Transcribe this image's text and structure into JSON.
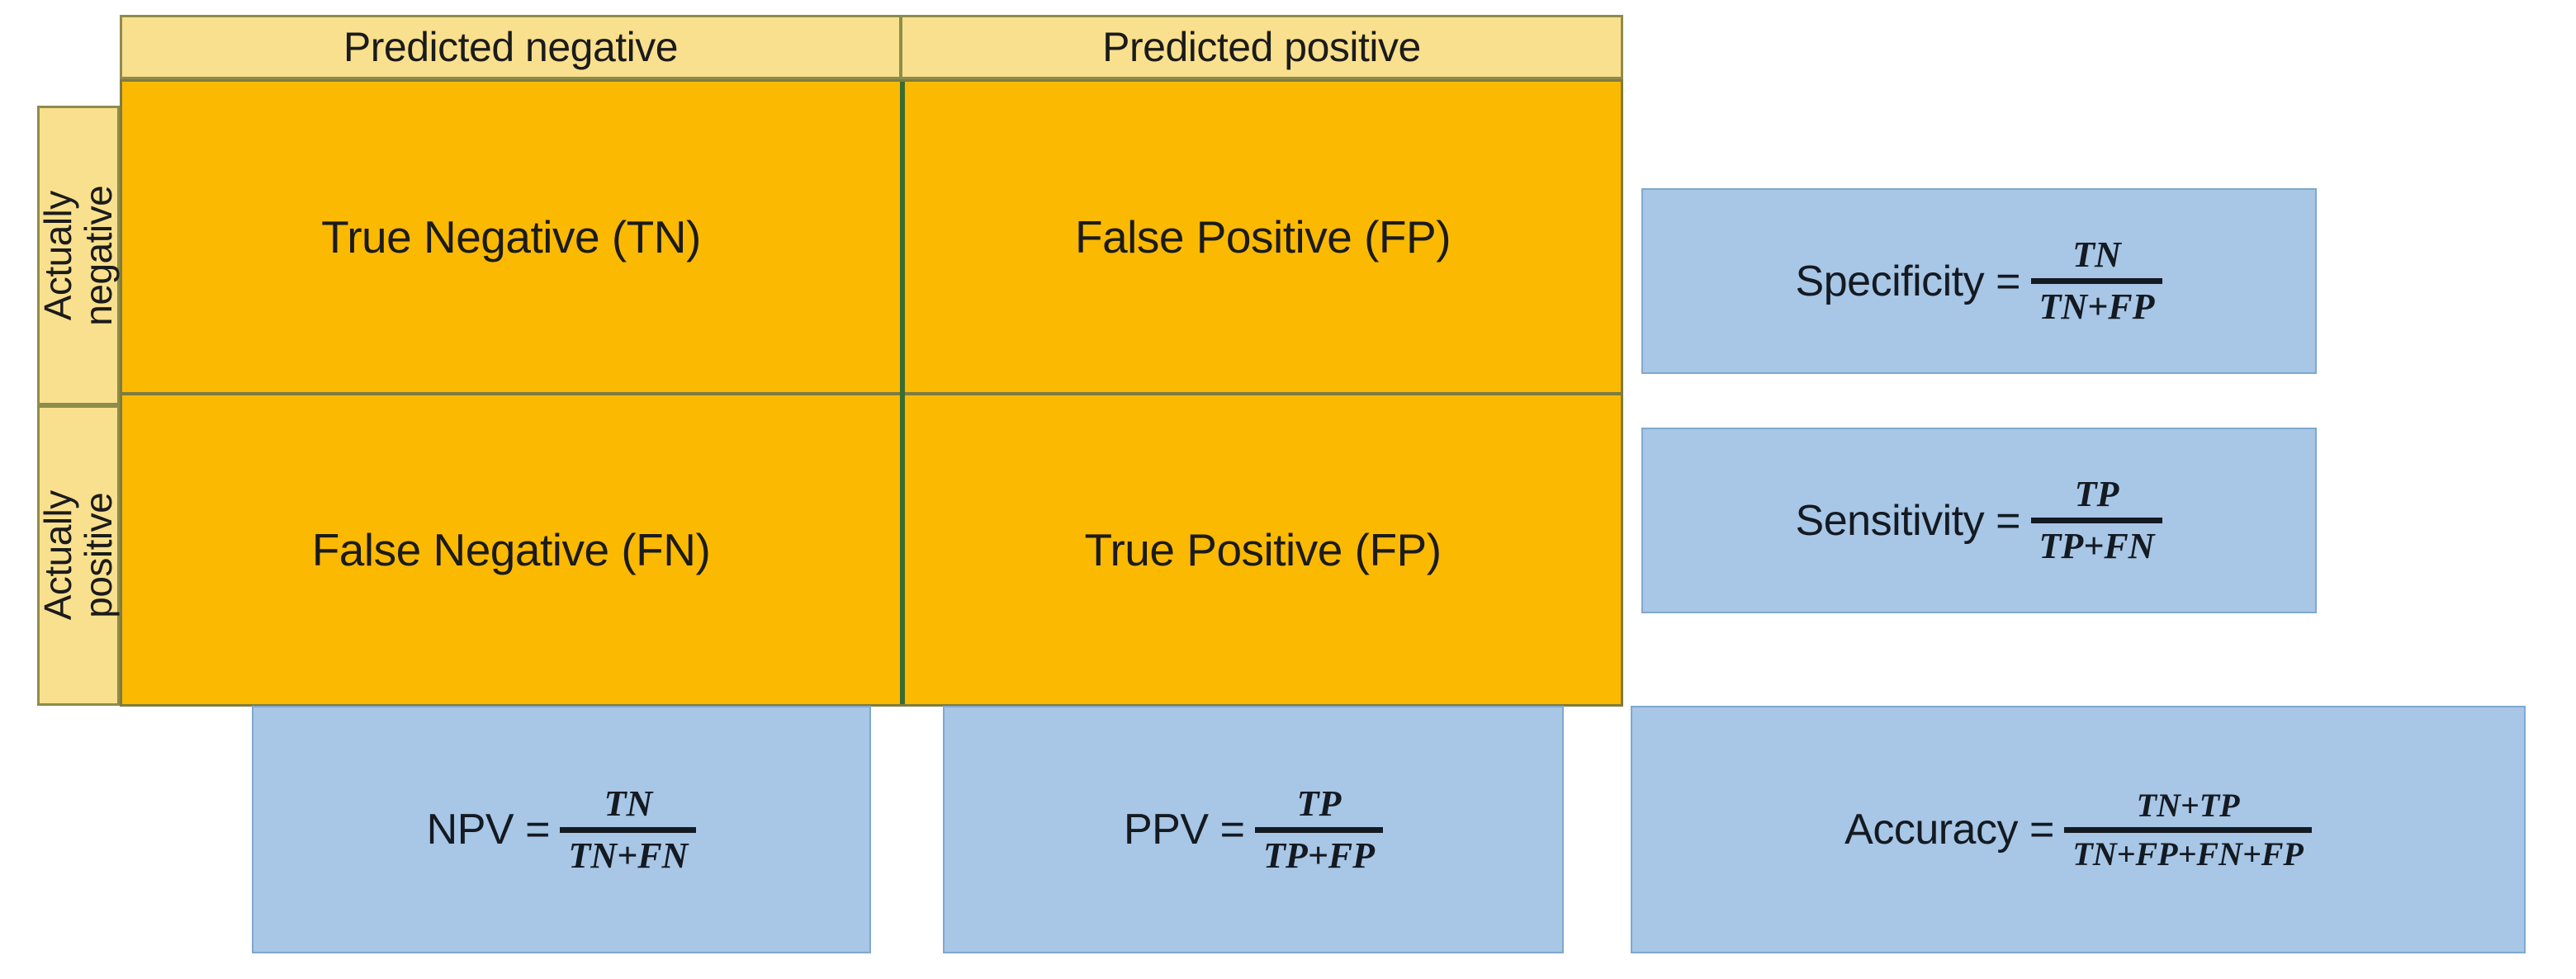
{
  "diagram": {
    "title": "Confusion matrix with derived metrics",
    "colors": {
      "header_fill": "#F9E08E",
      "header_border": "#8E8C4B",
      "matrix_fill": "#FBB901",
      "matrix_border": "#7E7C3F",
      "matrix_divider": "#3C6B32",
      "formula_fill": "#A8C6E5",
      "formula_border": "#7FA8CF",
      "text": "#1b1b1b"
    }
  },
  "matrix": {
    "column_headers": [
      {
        "label": "Predicted negative"
      },
      {
        "label": "Predicted positive"
      }
    ],
    "row_headers": [
      {
        "line1": "Actually",
        "line2": "negative"
      },
      {
        "line1": "Actually",
        "line2": "positive"
      }
    ],
    "cells": [
      {
        "label": "True Negative (TN)"
      },
      {
        "label": "False Positive (FP)"
      },
      {
        "label": "False Negative (FN)"
      },
      {
        "label": "True Positive (FP)"
      }
    ]
  },
  "formulas": {
    "specificity": {
      "label": "Specificity",
      "equals": "=",
      "numerator": "TN",
      "denominator": "TN+FP"
    },
    "sensitivity": {
      "label": "Sensitivity",
      "equals": "=",
      "numerator": "TP",
      "denominator": "TP+FN"
    },
    "npv": {
      "label": "NPV",
      "equals": "=",
      "numerator": "TN",
      "denominator": "TN+FN"
    },
    "ppv": {
      "label": "PPV",
      "equals": "=",
      "numerator": "TP",
      "denominator": "TP+FP"
    },
    "accuracy": {
      "label": "Accuracy",
      "equals": "=",
      "numerator": "TN+TP",
      "denominator": "TN+FP+FN+FP"
    }
  }
}
